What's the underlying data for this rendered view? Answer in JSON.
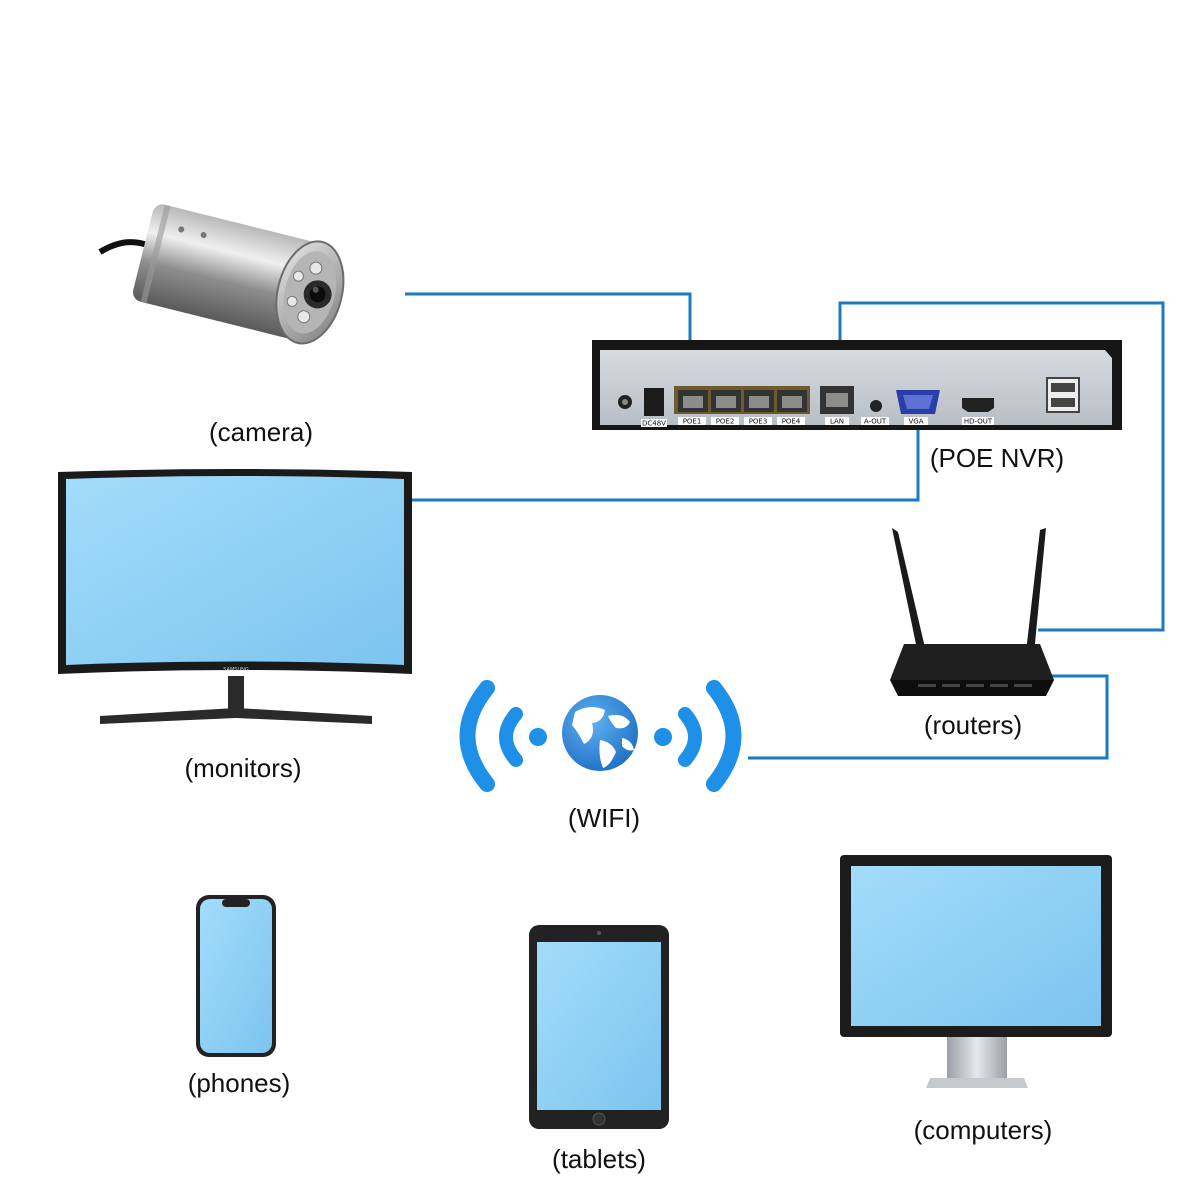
{
  "labels": {
    "camera": "(camera)",
    "nvr": "(POE NVR)",
    "monitors": "(monitors)",
    "routers": "(routers)",
    "wifi": "(WIFI)",
    "phones": "(phones)",
    "tablets": "(tablets)",
    "computers": "(computers)"
  },
  "nvr_ports": {
    "power": "DC48V",
    "poe1": "POE1",
    "poe2": "POE2",
    "poe3": "POE3",
    "poe4": "POE4",
    "lan": "LAN",
    "audio": "A-OUT",
    "vga": "VGA",
    "hdmi": "HD-OUT"
  },
  "monitor_brand": "SAMSUNG",
  "colors": {
    "cable": "#1a7bbf",
    "screen": "#8fd0f5",
    "device_dark": "#1a1a1a",
    "wifi_blue": "#1e88e5",
    "globe_blue": "#2b86d9"
  },
  "icons": [
    "camera-icon",
    "nvr-icon",
    "monitor-icon",
    "router-icon",
    "wifi-icon",
    "globe-icon",
    "phone-icon",
    "tablet-icon",
    "computer-icon"
  ]
}
